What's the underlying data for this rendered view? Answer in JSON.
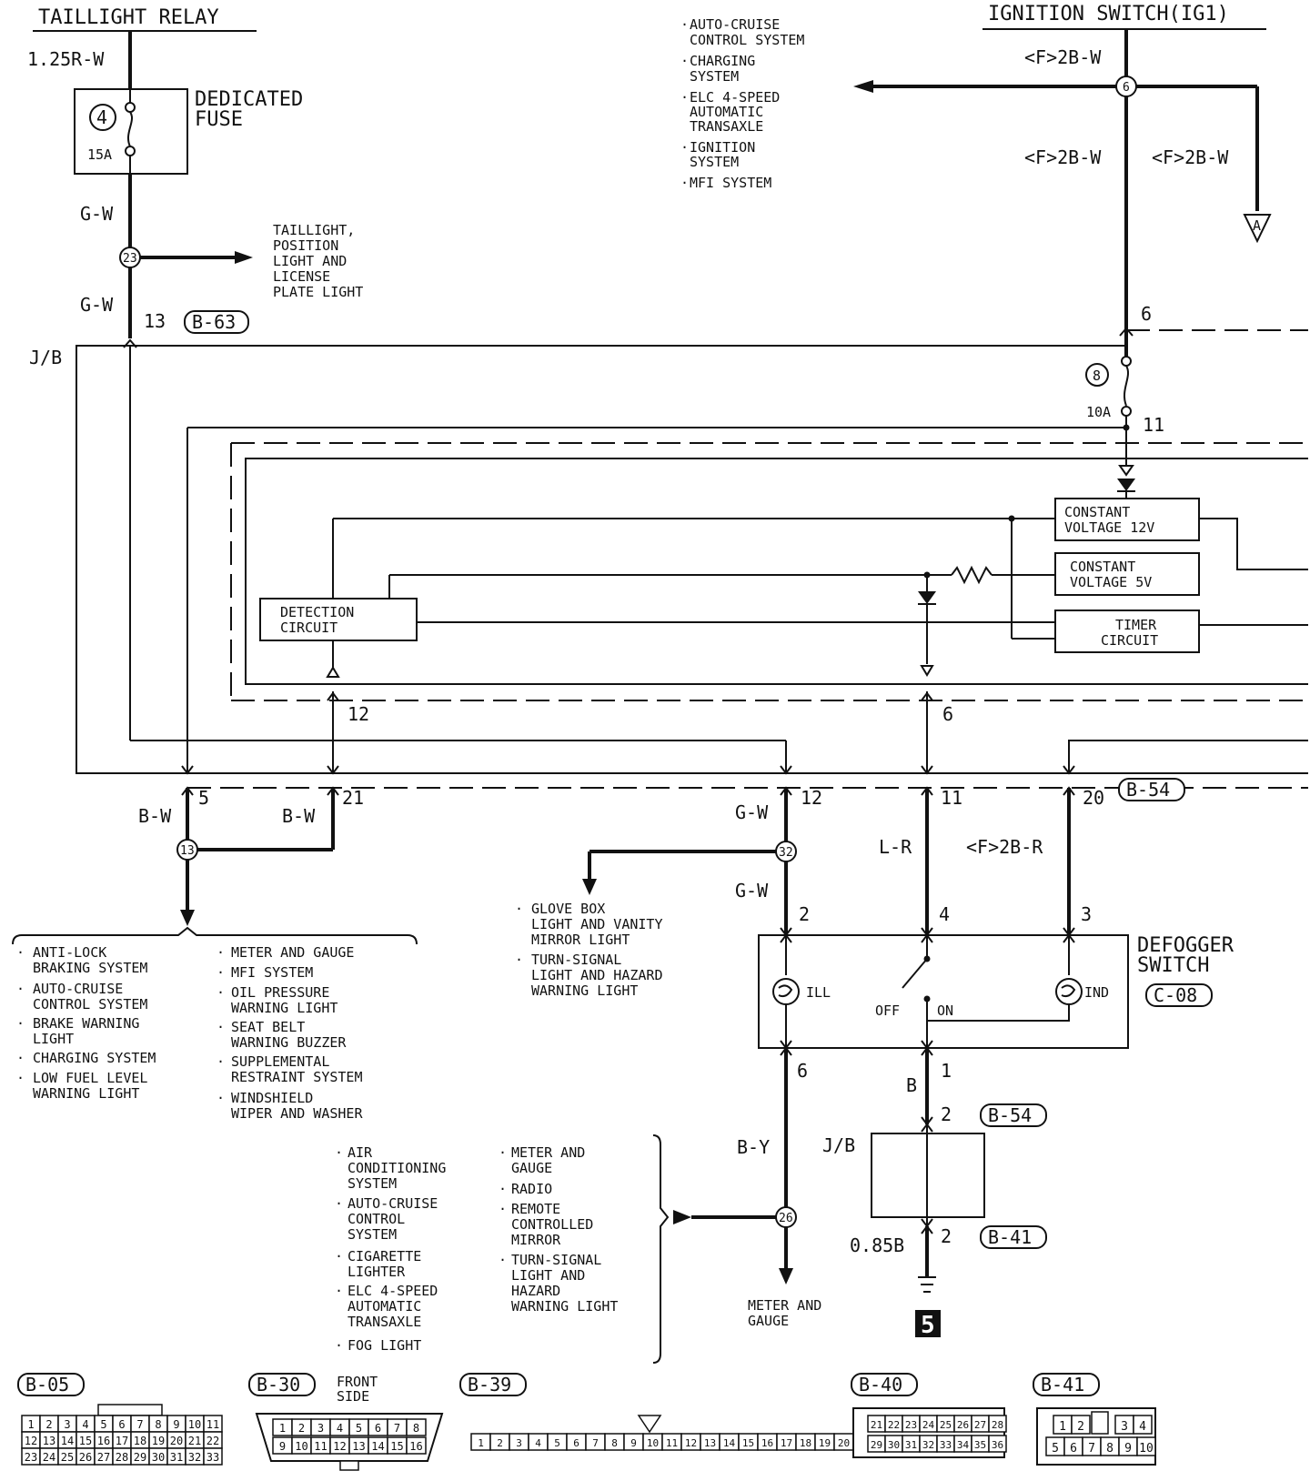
{
  "headers": {
    "taillight_relay": "TAILLIGHT RELAY",
    "ignition_switch": "IGNITION SWITCH(IG1)"
  },
  "fuse4": {
    "circle": "4",
    "amp": "15A",
    "label_line1": "DEDICATED",
    "label_line2": "FUSE"
  },
  "fuse8": {
    "circle": "8",
    "amp": "10A"
  },
  "wires": {
    "r_w": "1.25R-W",
    "gw1": "G-W",
    "gw2": "G-W",
    "ig_f2bw_top": "<F>2B-W",
    "ig_f2bw_left": "<F>2B-W",
    "ig_f2bw_right": "<F>2B-W",
    "bw_left": "B-W",
    "bw_right": "B-W",
    "gw3": "G-W",
    "gw4": "G-W",
    "lr": "L-R",
    "f2br": "<F>2B-R",
    "by": "B-Y",
    "b": "B",
    "b085": "0.85B"
  },
  "connectors": {
    "b63": "B-63",
    "b54_top": "B-54",
    "b54_mid": "B-54",
    "b41": "B-41",
    "c08": "C-08",
    "jb_left": "J/B",
    "jb_lower": "J/B"
  },
  "pins": {
    "p13_top": "13",
    "p6_top": "6",
    "p11_top": "11",
    "p12_mid": "12",
    "p6_mid": "6",
    "p5": "5",
    "p21": "21",
    "p12_low": "12",
    "p11_low": "11",
    "p20": "20",
    "p2_sw": "2",
    "p4_sw": "4",
    "p3_sw": "3",
    "p6_sw": "6",
    "p1_sw": "1",
    "p2_jb": "2",
    "p2_b41": "2"
  },
  "junctions": {
    "j6": "6",
    "j23": "23",
    "j13": "13",
    "j32": "32",
    "j26": "26"
  },
  "arrow_a": "A",
  "ignition_dest": [
    "AUTO-CRUISE",
    "CONTROL SYSTEM",
    "CHARGING",
    "SYSTEM",
    "ELC 4-SPEED",
    "AUTOMATIC",
    "TRANSAXLE",
    "IGNITION",
    "SYSTEM",
    "MFI SYSTEM"
  ],
  "taillight_dest": [
    "TAILLIGHT,",
    "POSITION",
    "LIGHT AND",
    "LICENSE",
    "PLATE LIGHT"
  ],
  "jb_internal": {
    "detection_1": "DETECTION",
    "detection_2": "CIRCUIT",
    "cv12_1": "CONSTANT",
    "cv12_2": "VOLTAGE 12V",
    "cv5_1": "CONSTANT",
    "cv5_2": "VOLTAGE 5V",
    "timer_1": "TIMER",
    "timer_2": "CIRCUIT"
  },
  "bw_dest_left": [
    "ANTI-LOCK",
    "BRAKING SYSTEM",
    "AUTO-CRUISE",
    "CONTROL SYSTEM",
    "BRAKE WARNING",
    "LIGHT",
    "CHARGING SYSTEM",
    "LOW FUEL LEVEL",
    "WARNING LIGHT"
  ],
  "bw_dest_right": [
    "METER AND GAUGE",
    "MFI SYSTEM",
    "OIL PRESSURE",
    "WARNING LIGHT",
    "SEAT BELT",
    "WARNING BUZZER",
    "SUPPLEMENTAL",
    "RESTRAINT SYSTEM",
    "WINDSHIELD",
    "WIPER AND WASHER"
  ],
  "gw_dest": [
    "GLOVE BOX",
    "LIGHT AND VANITY",
    "MIRROR LIGHT",
    "TURN-SIGNAL",
    "LIGHT AND HAZARD",
    "WARNING LIGHT"
  ],
  "switch": {
    "name_1": "DEFOGGER",
    "name_2": "SWITCH",
    "ill": "ILL",
    "ind": "IND",
    "off": "OFF",
    "on": "ON"
  },
  "by_src_left": [
    "AIR",
    "CONDITIONING",
    "SYSTEM",
    "AUTO-CRUISE",
    "CONTROL",
    "SYSTEM",
    "CIGARETTE",
    "LIGHTER",
    "ELC 4-SPEED",
    "AUTOMATIC",
    "TRANSAXLE",
    "FOG LIGHT"
  ],
  "by_src_right": [
    "METER AND",
    "GAUGE",
    "RADIO",
    "REMOTE",
    "CONTROLLED",
    "MIRROR",
    "TURN-SIGNAL",
    "LIGHT AND",
    "HAZARD",
    "WARNING LIGHT"
  ],
  "meter_dest": [
    "METER AND",
    "GAUGE"
  ],
  "ground_number": "5",
  "connector_views": {
    "b05": {
      "label": "B-05",
      "row1": [
        "1",
        "2",
        "3",
        "4",
        "5",
        "6",
        "7",
        "8",
        "9",
        "10",
        "11"
      ],
      "row2": [
        "12",
        "13",
        "14",
        "15",
        "16",
        "17",
        "18",
        "19",
        "20",
        "21",
        "22"
      ],
      "row3": [
        "23",
        "24",
        "25",
        "26",
        "27",
        "28",
        "29",
        "30",
        "31",
        "32",
        "33"
      ]
    },
    "b30": {
      "label": "B-30",
      "side_1": "FRONT",
      "side_2": "SIDE",
      "row1": [
        "1",
        "2",
        "3",
        "4",
        "5",
        "6",
        "7",
        "8"
      ],
      "row2": [
        "9",
        "10",
        "11",
        "12",
        "13",
        "14",
        "15",
        "16"
      ]
    },
    "b39": {
      "label": "B-39",
      "row1": [
        "1",
        "2",
        "3",
        "4",
        "5",
        "6",
        "7",
        "8",
        "9",
        "10",
        "11",
        "12",
        "13",
        "14",
        "15",
        "16",
        "17",
        "18",
        "19",
        "20"
      ]
    },
    "b40": {
      "label": "B-40",
      "row1": [
        "21",
        "22",
        "23",
        "24",
        "25",
        "26",
        "27",
        "28"
      ],
      "row2": [
        "29",
        "30",
        "31",
        "32",
        "33",
        "34",
        "35",
        "36"
      ]
    },
    "b41": {
      "label": "B-41",
      "row1": [
        "1",
        "2",
        "3",
        "4"
      ],
      "row2": [
        "5",
        "6",
        "7",
        "8",
        "9",
        "10"
      ]
    }
  }
}
